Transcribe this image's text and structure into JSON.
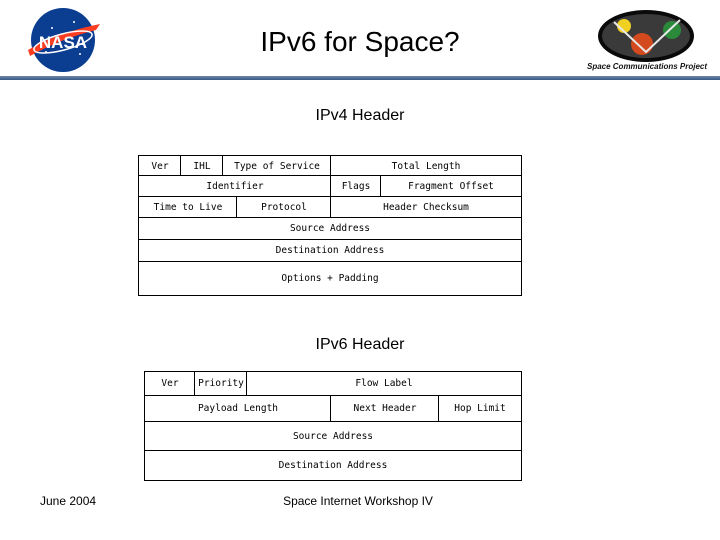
{
  "slide": {
    "title": "IPv6 for Space?",
    "logo_right_caption": "Space Communications Project",
    "logo_left_text": "NASA"
  },
  "ipv4": {
    "title": "IPv4 Header",
    "rows": [
      [
        "Ver",
        "IHL",
        "Type of Service",
        "Total Length"
      ],
      [
        "Identifier",
        "Flags",
        "Fragment Offset"
      ],
      [
        "Time to Live",
        "Protocol",
        "Header Checksum"
      ],
      [
        "Source Address"
      ],
      [
        "Destination Address"
      ],
      [
        "Options + Padding"
      ]
    ]
  },
  "ipv6": {
    "title": "IPv6 Header",
    "rows": [
      [
        "Ver",
        "Priority",
        "Flow Label"
      ],
      [
        "Payload Length",
        "Next Header",
        "Hop Limit"
      ],
      [
        "Source Address"
      ],
      [
        "Destination Address"
      ]
    ]
  },
  "footer": {
    "date": "June 2004",
    "event": "Space Internet Workshop IV"
  },
  "colors": {
    "title_rule": "#3a5a86",
    "nasa_blue": "#0b3d91",
    "nasa_red": "#fc3d21"
  }
}
